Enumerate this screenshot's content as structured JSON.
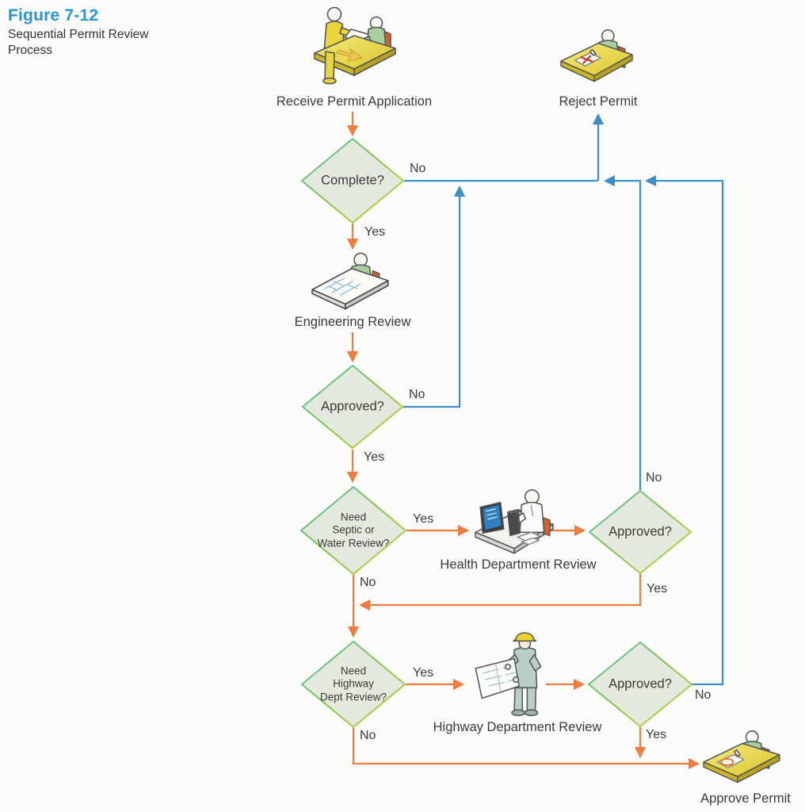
{
  "figure": {
    "label": "Figure 7-12",
    "caption": "Sequential Permit Review Process"
  },
  "colors": {
    "flow_orange": "#ee7b40",
    "flow_blue": "#3d8ec9",
    "diamond_fill": "#e4e9dd",
    "diamond_stroke_teal": "#5cbdc5",
    "diamond_stroke_yellowgreen": "#c9d93c",
    "figure_label_blue": "#2a96d0",
    "text": "#3a3a3a",
    "desk_yellow": "#e8d63c",
    "shirt_green": "#a8cf9e",
    "chair_red": "#d95f2b"
  },
  "nodes": {
    "receive": {
      "label": "Receive Permit Application",
      "icon": "clerk-receiving-application-at-desk"
    },
    "reject": {
      "label": "Reject Permit",
      "icon": "clerk-marking-red-x-on-permit"
    },
    "complete": {
      "label": "Complete?"
    },
    "engineering": {
      "label": "Engineering Review",
      "icon": "engineer-at-drafting-table"
    },
    "eng_approved": {
      "label": "Approved?"
    },
    "septic": {
      "label": "Need\nSeptic or\nWater Review?"
    },
    "health": {
      "label": "Health Department Review",
      "icon": "technician-at-computer-workstation"
    },
    "health_approved": {
      "label": "Approved?"
    },
    "highway_need": {
      "label": "Need\nHighway\nDept Review?"
    },
    "highway": {
      "label": "Highway Department Review",
      "icon": "worker-with-hard-hat-reading-plans"
    },
    "highway_approved": {
      "label": "Approved?"
    },
    "approve": {
      "label": "Approve Permit",
      "icon": "clerk-stamping-permit-at-desk"
    }
  },
  "edge_labels": {
    "complete_no": "No",
    "complete_yes": "Yes",
    "eng_no": "No",
    "eng_yes": "Yes",
    "septic_yes": "Yes",
    "septic_no": "No",
    "health_no": "No",
    "health_yes": "Yes",
    "highway_need_yes": "Yes",
    "highway_need_no": "No",
    "highway_no": "No",
    "highway_yes": "Yes"
  }
}
